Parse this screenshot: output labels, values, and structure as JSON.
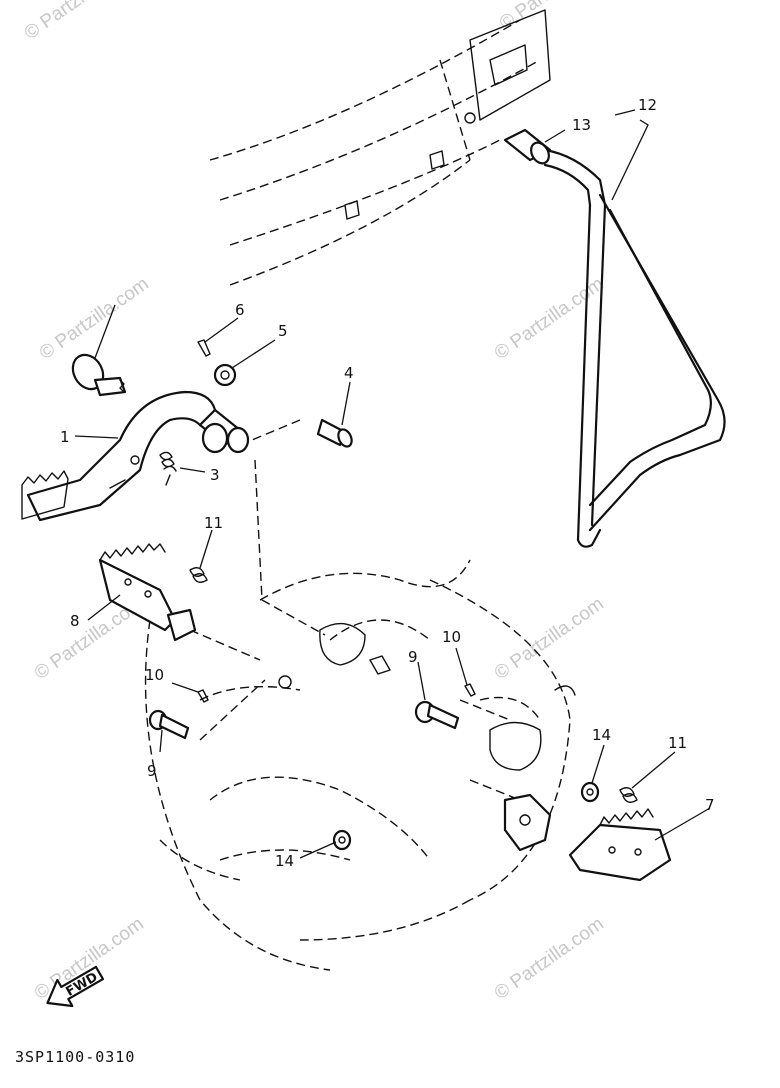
{
  "watermark": "© Partzilla.com",
  "diagram_code": "3SP1100-0310",
  "fwd_label": "FWD",
  "callouts": [
    {
      "id": "1",
      "label": "1"
    },
    {
      "id": "3",
      "label": "3"
    },
    {
      "id": "4",
      "label": "4"
    },
    {
      "id": "5",
      "label": "5"
    },
    {
      "id": "6",
      "label": "6"
    },
    {
      "id": "7",
      "label": "7"
    },
    {
      "id": "8",
      "label": "8"
    },
    {
      "id": "9a",
      "label": "9"
    },
    {
      "id": "9b",
      "label": "9"
    },
    {
      "id": "10a",
      "label": "10"
    },
    {
      "id": "10b",
      "label": "10"
    },
    {
      "id": "11a",
      "label": "11"
    },
    {
      "id": "11b",
      "label": "11"
    },
    {
      "id": "12",
      "label": "12"
    },
    {
      "id": "13",
      "label": "13"
    },
    {
      "id": "14a",
      "label": "14"
    },
    {
      "id": "14b",
      "label": "14"
    }
  ]
}
